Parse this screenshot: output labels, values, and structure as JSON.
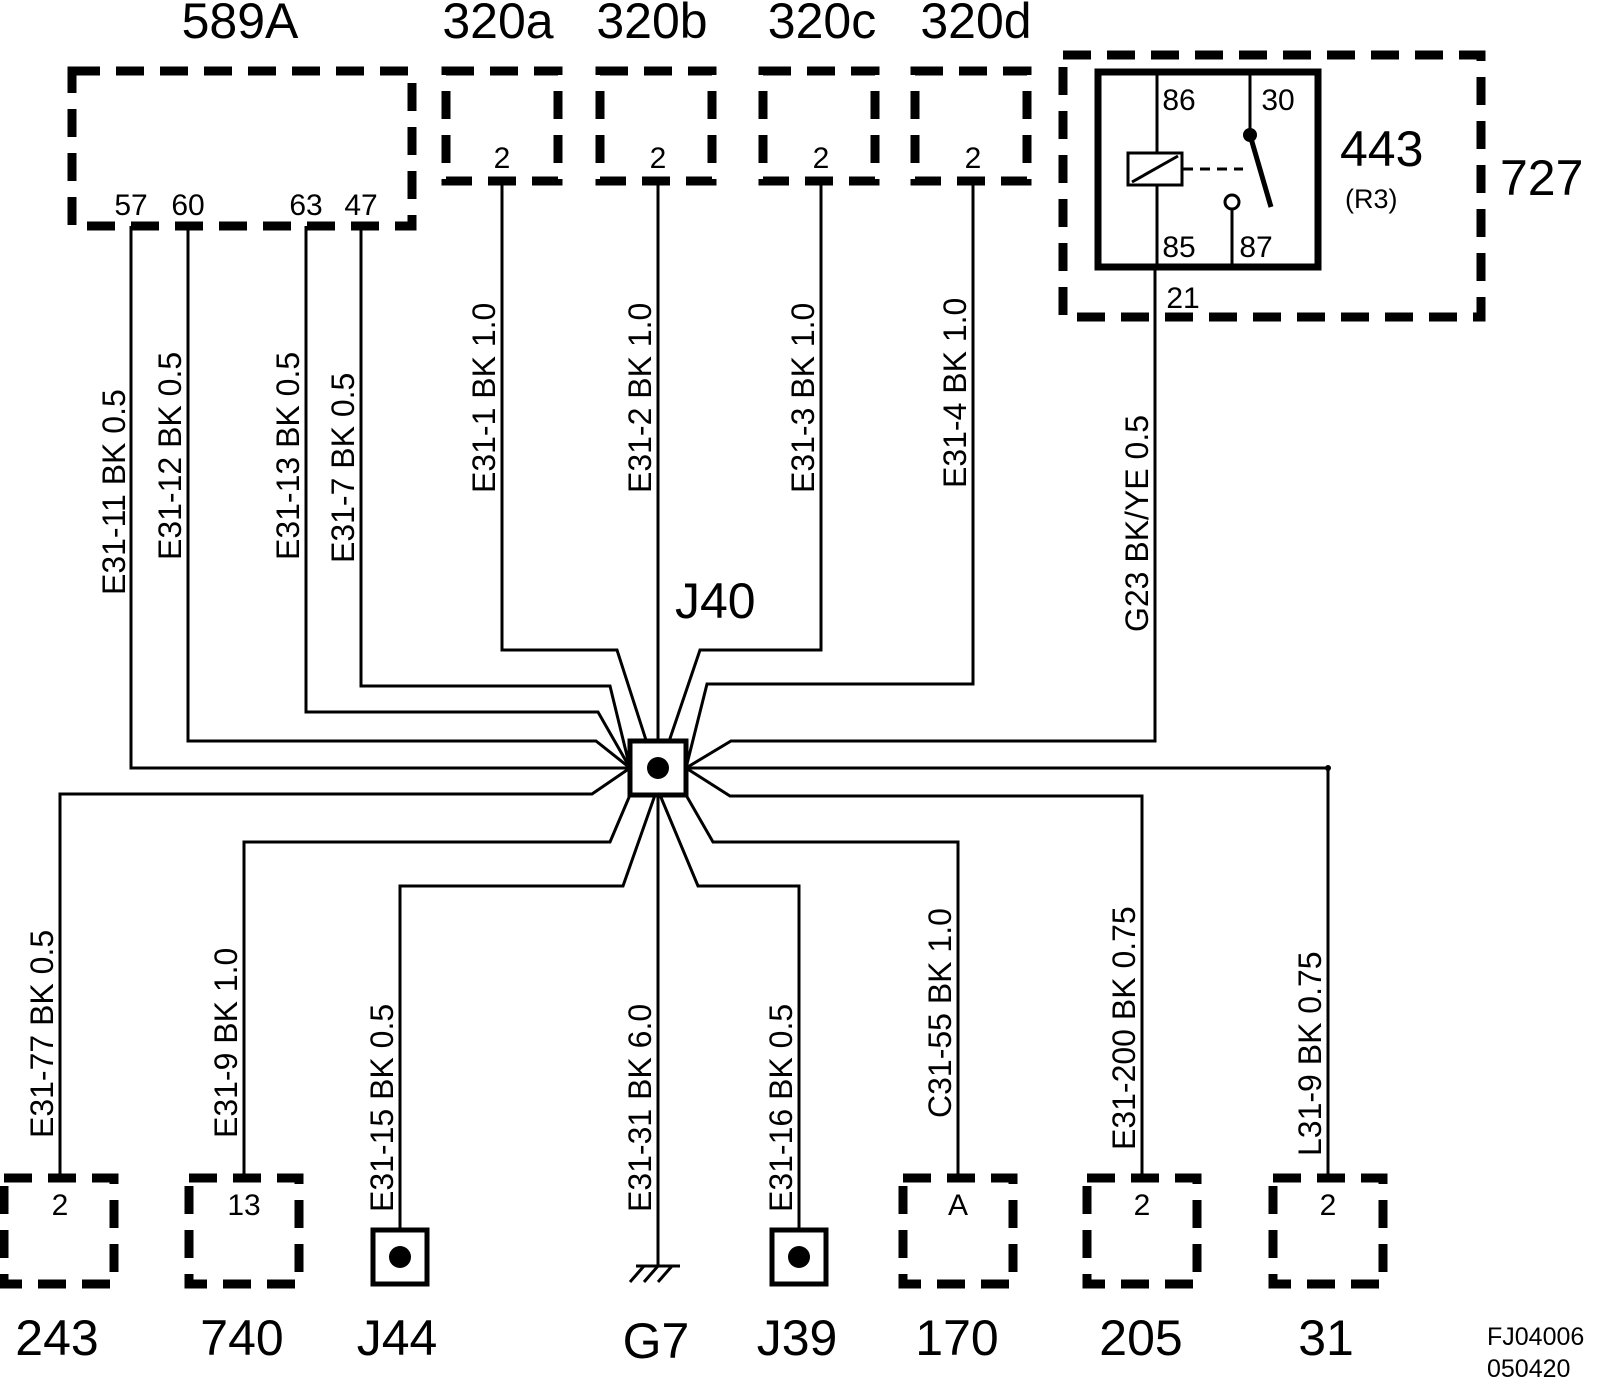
{
  "top_components": {
    "c589a": {
      "label": "589A",
      "pins": [
        "57",
        "60",
        "63",
        "47"
      ]
    },
    "c320a": {
      "label": "320a",
      "pin": "2"
    },
    "c320b": {
      "label": "320b",
      "pin": "2"
    },
    "c320c": {
      "label": "320c",
      "pin": "2"
    },
    "c320d": {
      "label": "320d",
      "pin": "2"
    }
  },
  "relay": {
    "label": "443",
    "sublabel": "(R3)",
    "pins": {
      "p86": "86",
      "p30": "30",
      "p85": "85",
      "p87": "87"
    }
  },
  "fuse_box": {
    "label": "727",
    "pin": "21"
  },
  "splice": {
    "label": "J40"
  },
  "wires_top": {
    "w1": "E31-11  BK 0.5",
    "w2": "E31-12  BK  0.5",
    "w3": "E31-13  BK  0.5",
    "w4": "E31-7  BK  0.5",
    "w5": "E31-1  BK  1.0",
    "w6": "E31-2  BK  1.0",
    "w7": "E31-3  BK  1.0",
    "w8": "E31-4  BK  1.0",
    "w9": "G23  BK/YE  0.5"
  },
  "wires_bottom": {
    "w1": "E31-77  BK  0.5",
    "w2": "E31-9  BK  1.0",
    "w3": "E31-15  BK  0.5",
    "w4": "E31-31  BK  6.0",
    "w5": "E31-16  BK  0.5",
    "w6": "C31-55  BK  1.0",
    "w7": "E31-200  BK  0.75",
    "w8": "L31-9  BK  0.75"
  },
  "bottom_components": {
    "c243": {
      "label": "243",
      "pin": "2"
    },
    "c740": {
      "label": "740",
      "pin": "13"
    },
    "j44": {
      "label": "J44"
    },
    "g7": {
      "label": "G7"
    },
    "j39": {
      "label": "J39"
    },
    "c170": {
      "label": "170",
      "pin": "A"
    },
    "c205": {
      "label": "205",
      "pin": "2"
    },
    "c31": {
      "label": "31",
      "pin": "2"
    }
  },
  "reference": {
    "line1": "FJ04006",
    "line2": "050420"
  }
}
